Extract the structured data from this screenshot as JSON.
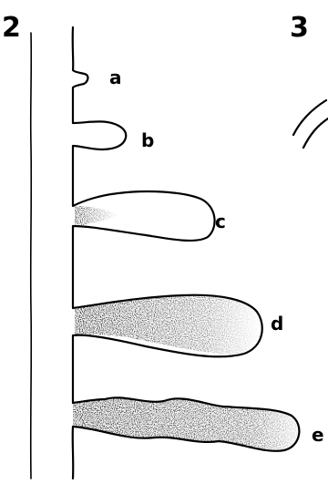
{
  "figure": {
    "panel_left": "2",
    "panel_right": "3",
    "labels": [
      "a",
      "b",
      "c",
      "d",
      "e"
    ]
  }
}
